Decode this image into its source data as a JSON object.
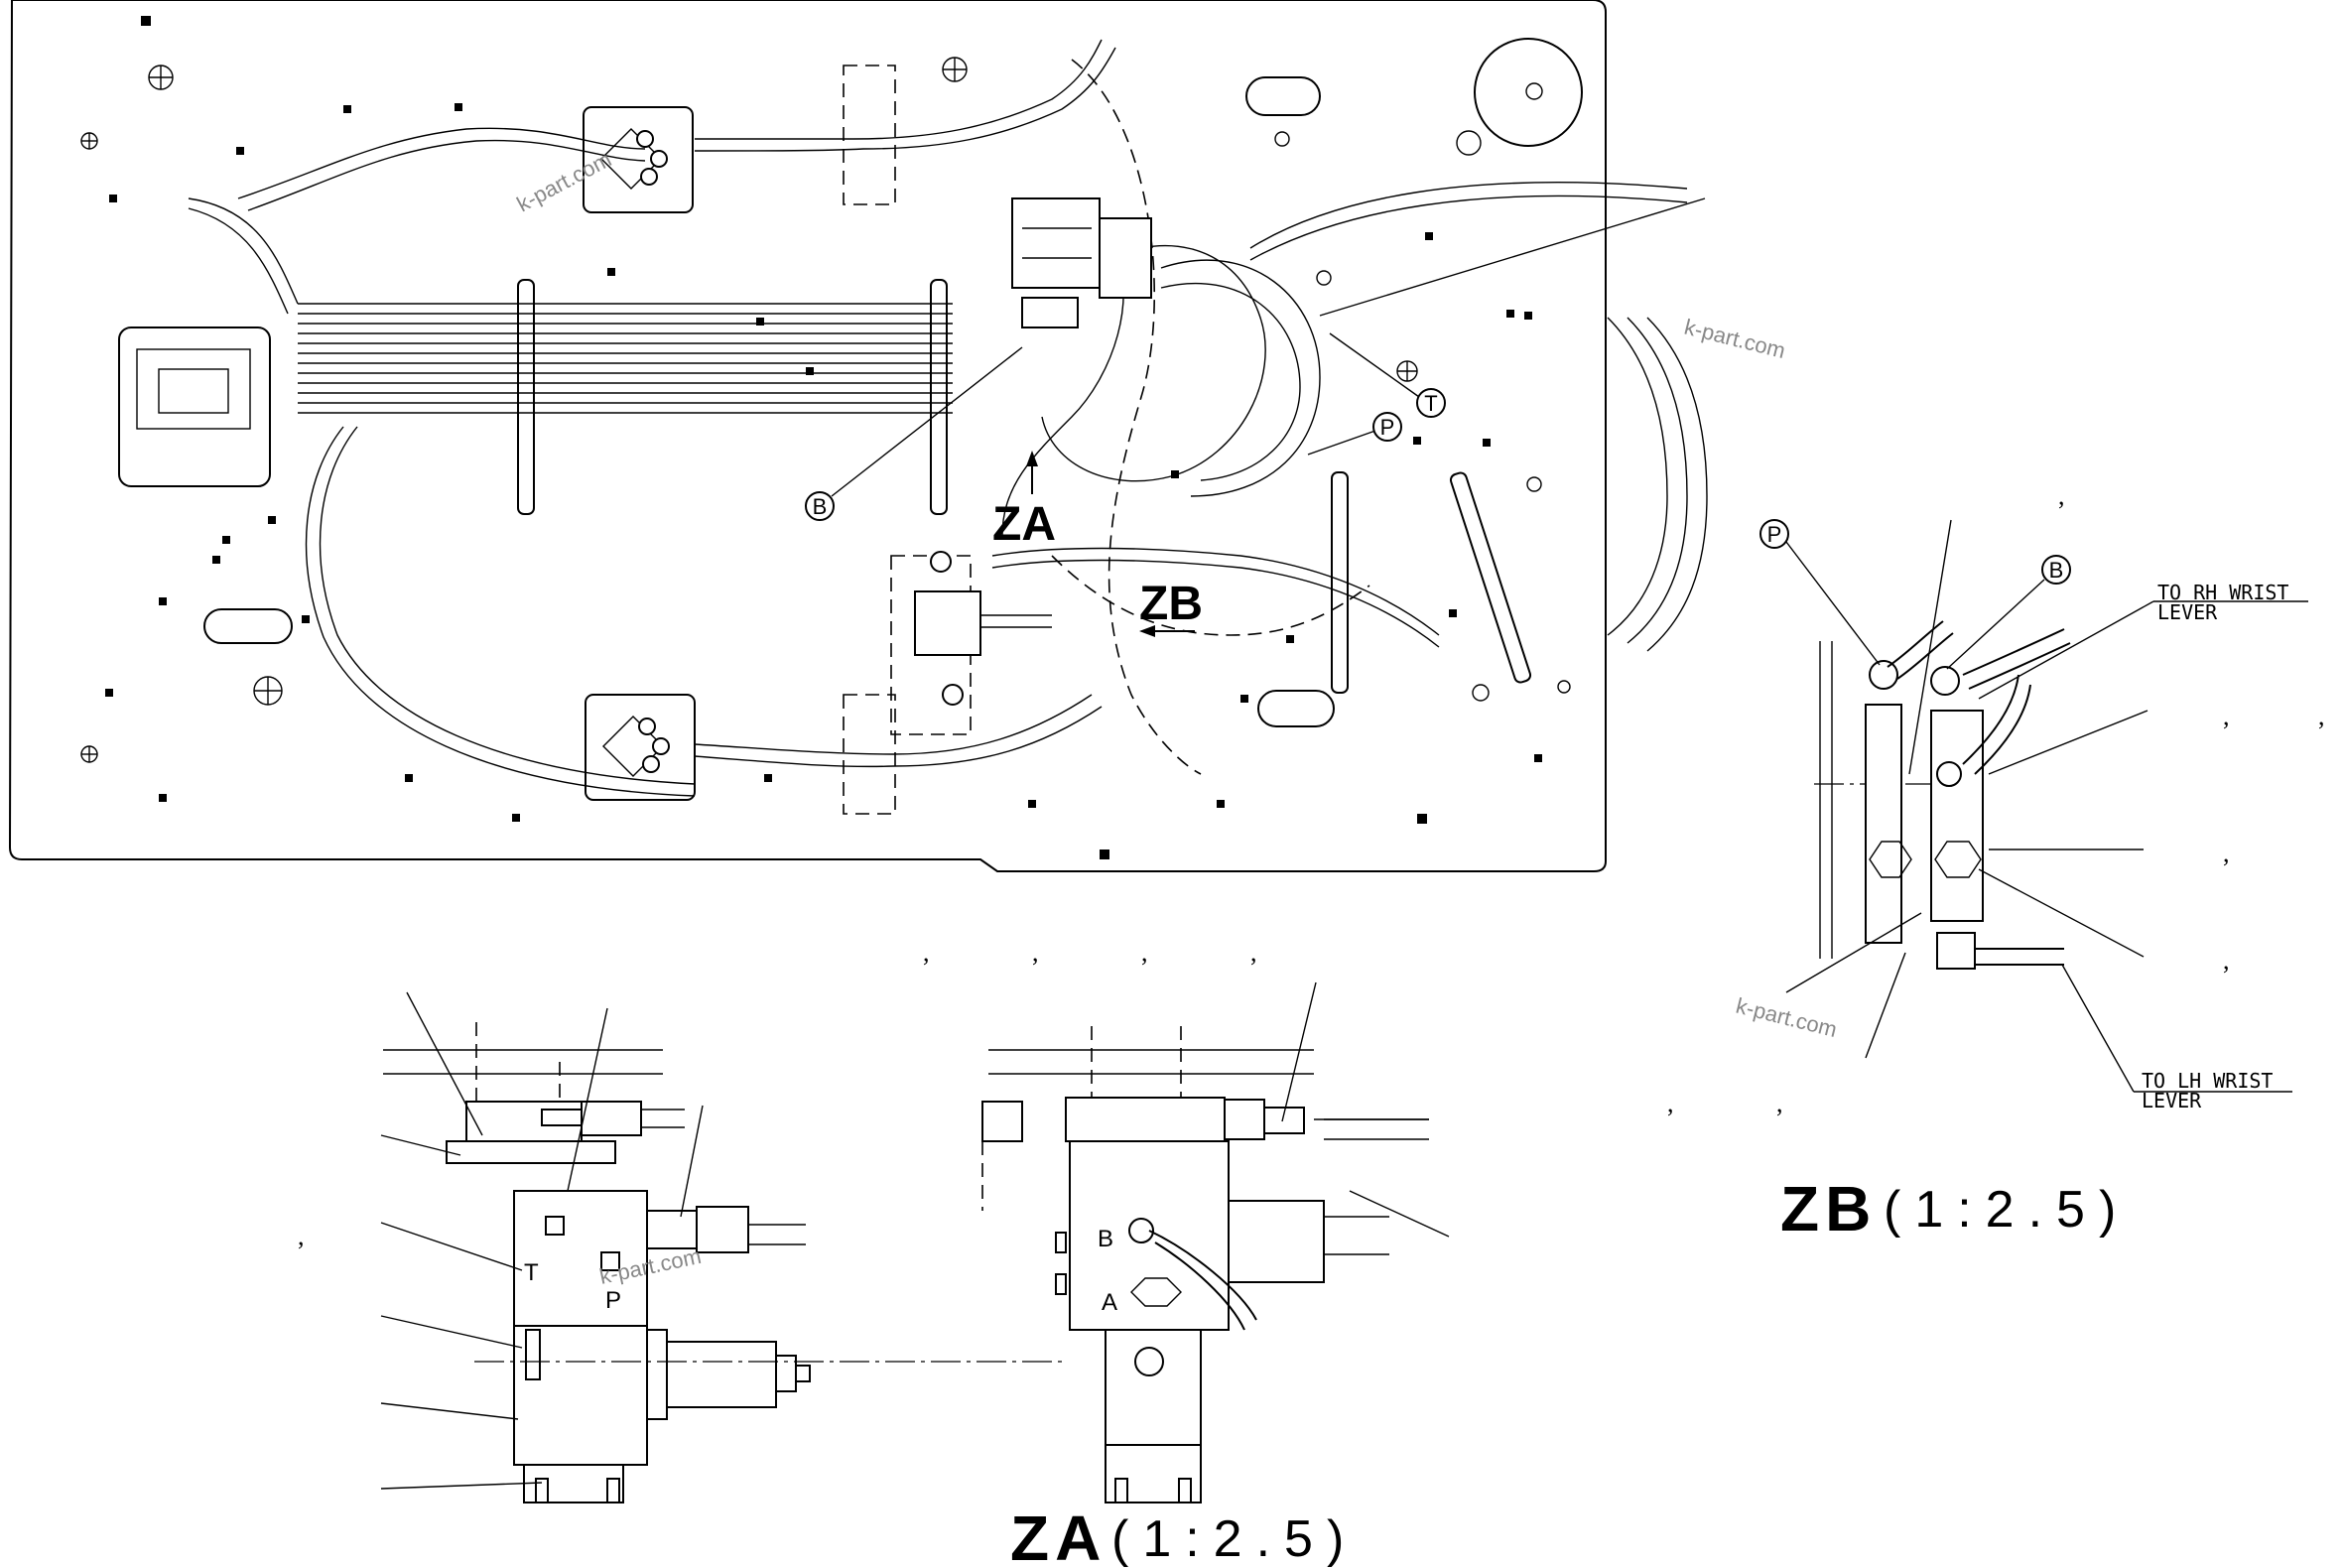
{
  "callouts": {
    "t": "T",
    "p": "P",
    "b": "B"
  },
  "view_arrows": {
    "za": "ZA",
    "zb": "ZB"
  },
  "view_titles": {
    "za": {
      "name": "ZA",
      "scale": "(1:2.5)"
    },
    "zb": {
      "name": "ZB",
      "scale": "(1:2.5)"
    }
  },
  "notes": {
    "to_rh_line1": "TO RH WRIST",
    "to_rh_line2": "LEVER",
    "to_lh_line1": "TO LH WRIST",
    "to_lh_line2": "LEVER"
  },
  "ports": {
    "t": "T",
    "p": "P",
    "b": "B",
    "a": "A"
  },
  "watermark": "k-part.com",
  "separator": ","
}
